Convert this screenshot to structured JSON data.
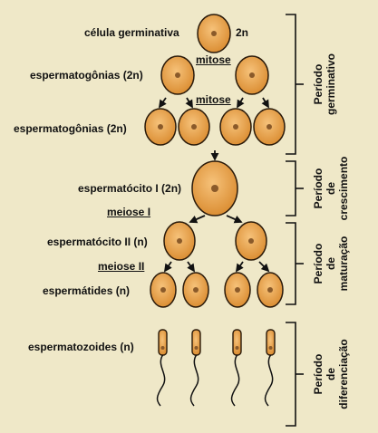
{
  "labels": {
    "germ_cell": "célula germinativa",
    "germ_cell_ploidy": "2n",
    "spermatogonia_1": "espermatogônias (2n)",
    "mitosis_1": "mitose",
    "mitosis_2": "mitose",
    "spermatogonia_2": "espermatogônias (2n)",
    "spermatocyte_1": "espermatócito I (2n)",
    "meiosis_1": "meiose I",
    "spermatocyte_2": "espermatócito II (n)",
    "meiosis_2": "meiose II",
    "spermatids": "espermátides (n)",
    "spermatozoa": "espermatozoides (n)"
  },
  "periods": {
    "germinative": [
      "Período",
      "germinativo"
    ],
    "growth": [
      "Período",
      "de",
      "crescimento"
    ],
    "maturation": [
      "Período",
      "de",
      "maturação"
    ],
    "differentiation": [
      "Período",
      "de",
      "diferenciação"
    ]
  },
  "colors": {
    "background": "#efe8c8",
    "cell_fill": "#e8a54a",
    "cell_stroke": "#2a1a0a",
    "nucleus": "#8a5a2a"
  }
}
